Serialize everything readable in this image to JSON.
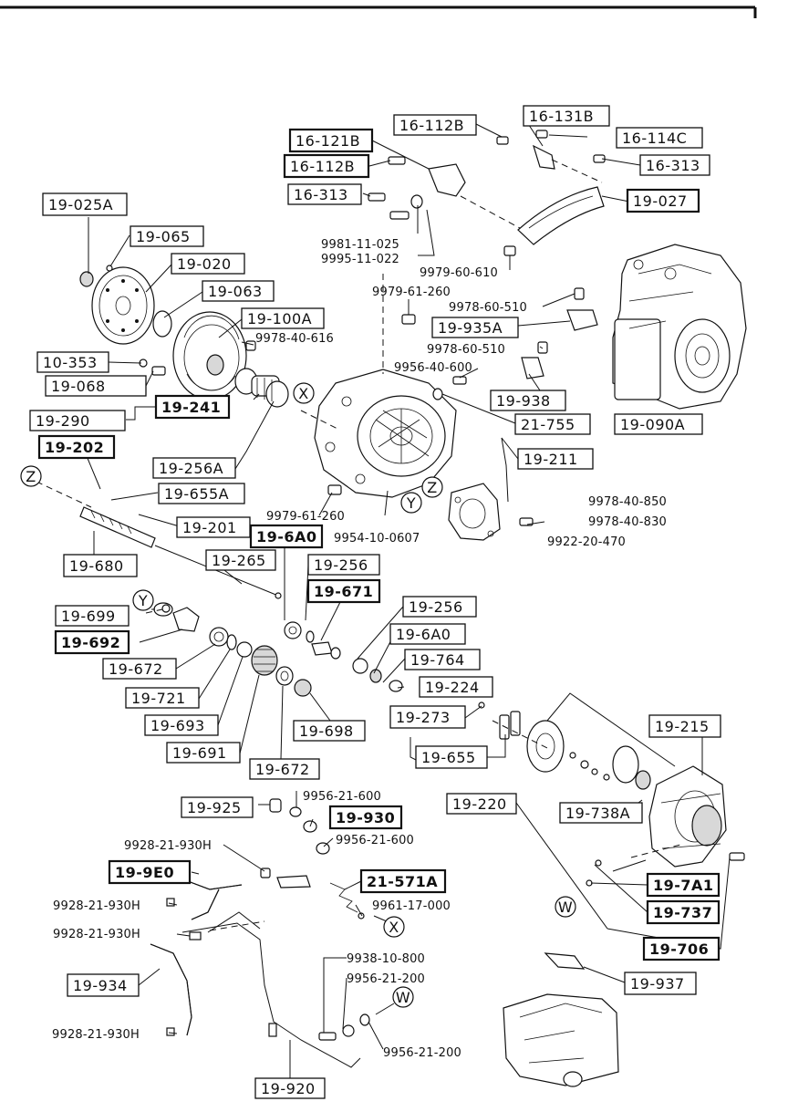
{
  "diagram": {
    "labels": {
      "l_16_131B": "16-131B",
      "l_16_112B_top": "16-112B",
      "l_16_114C": "16-114C",
      "l_16_121B": "16-121B",
      "l_16_313_r": "16-313",
      "l_16_112B_left": "16-112B",
      "l_16_313_left": "16-313",
      "l_19_027": "19-027",
      "l_19_025A": "19-025A",
      "l_19_065": "19-065",
      "l_19_020": "19-020",
      "l_19_063": "19-063",
      "l_19_100A": "19-100A",
      "l_10_353": "10-353",
      "l_19_068": "19-068",
      "l_19_241": "19-241",
      "l_19_290": "19-290",
      "l_19_202": "19-202",
      "l_19_256A": "19-256A",
      "l_19_655A": "19-655A",
      "l_19_201": "19-201",
      "l_19_6A0_a": "19-6A0",
      "l_19_680": "19-680",
      "l_19_265": "19-265",
      "l_19_256_a": "19-256",
      "l_19_671": "19-671",
      "l_19_699": "19-699",
      "l_19_692": "19-692",
      "l_19_672_a": "19-672",
      "l_19_721": "19-721",
      "l_19_693": "19-693",
      "l_19_691": "19-691",
      "l_19_672_b": "19-672",
      "l_19_698": "19-698",
      "l_19_256_b": "19-256",
      "l_19_6A0_b": "19-6A0",
      "l_19_764": "19-764",
      "l_19_224": "19-224",
      "l_19_273": "19-273",
      "l_19_935A": "19-935A",
      "l_19_938": "19-938",
      "l_21_755": "21-755",
      "l_19_090A": "19-090A",
      "l_19_211": "19-211",
      "l_19_215": "19-215",
      "l_19_655": "19-655",
      "l_19_220": "19-220",
      "l_19_738A": "19-738A",
      "l_19_7A1": "19-7A1",
      "l_19_737": "19-737",
      "l_19_706": "19-706",
      "l_19_937": "19-937",
      "l_19_925": "19-925",
      "l_19_930": "19-930",
      "l_19_9E0": "19-9E0",
      "l_21_571A": "21-571A",
      "l_19_934": "19-934",
      "l_19_920": "19-920"
    },
    "numbers": {
      "n_9981_11_025": "9981-11-025",
      "n_9995_11_022": "9995-11-022",
      "n_9979_60_610": "9979-60-610",
      "n_9979_61_260_top": "9979-61-260",
      "n_9978_60_510_a": "9978-60-510",
      "n_9978_60_510_b": "9978-60-510",
      "n_9978_40_616": "9978-40-616",
      "n_9956_40_600": "9956-40-600",
      "n_9979_61_260_bot": "9979-61-260",
      "n_9954_10_0607": "9954-10-0607",
      "n_9978_40_850": "9978-40-850",
      "n_9978_40_830": "9978-40-830",
      "n_9922_20_470": "9922-20-470",
      "n_9956_21_600_a": "9956-21-600",
      "n_9956_21_600_b": "9956-21-600",
      "n_9928_21_930H_a": "9928-21-930H",
      "n_9928_21_930H_b": "9928-21-930H",
      "n_9928_21_930H_c": "9928-21-930H",
      "n_9928_21_930H_d": "9928-21-930H",
      "n_9961_17_000": "9961-17-000",
      "n_9938_10_800": "9938-10-800",
      "n_9956_21_200_a": "9956-21-200",
      "n_9956_21_200_b": "9956-21-200"
    },
    "refs": {
      "r_X_a": "X",
      "r_Y_a": "Y",
      "r_Z_a": "Z",
      "r_Z_b": "Z",
      "r_Y_b": "Y",
      "r_X_b": "X",
      "r_W_a": "W",
      "r_W_b": "W"
    }
  }
}
